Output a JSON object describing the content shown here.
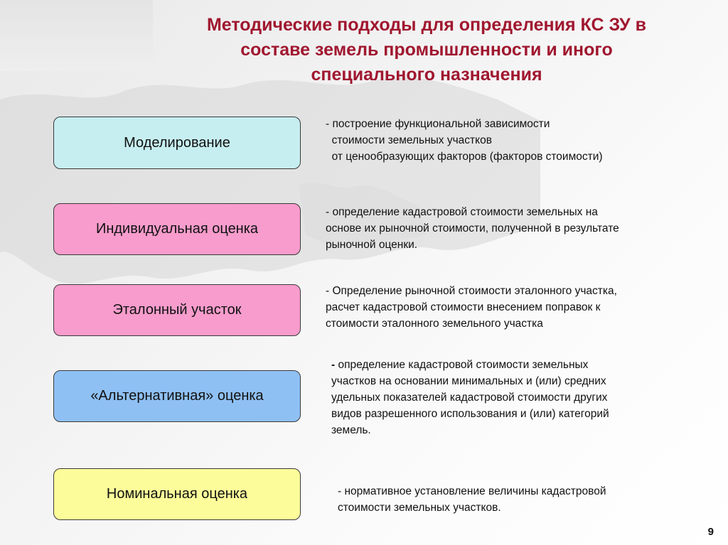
{
  "title": {
    "line1": "Методические подходы для определения КС ЗУ в",
    "line2": "составе земель промышленности и иного",
    "line3": "специального назначения"
  },
  "methods": [
    {
      "label": "Моделирование",
      "color": "#c6eef0",
      "description": [
        "- построение функциональной зависимости",
        "  стоимости земельных участков",
        "  от ценообразующих факторов (факторов стоимости)"
      ]
    },
    {
      "label": "Индивидуальная оценка",
      "color": "#f79ccc",
      "description": [
        "- определение кадастровой стоимости земельных на",
        "основе их рыночной стоимости, полученной в результате",
        "рыночной оценки."
      ]
    },
    {
      "label": "Эталонный участок",
      "color": "#f79ccc",
      "description": [
        "- Определение рыночной стоимости эталонного участка,",
        "расчет кадастровой стоимости внесением поправок к",
        "стоимости эталонного земельного участка"
      ]
    },
    {
      "label": "«Альтернативная» оценка",
      "color": "#8fc0f4",
      "description_dash": "-",
      "description_first": " определение кадастровой стоимости земельных",
      "description": [
        "участков на основании минимальных и (или) средних",
        "удельных показателей кадастровой стоимости других",
        "видов разрешенного использования и (или) категорий",
        "земель."
      ]
    },
    {
      "label": "Номинальная оценка",
      "color": "#fcfc9a",
      "description": [
        "- нормативное установление величины кадастровой",
        "стоимости земельных участков."
      ]
    }
  ],
  "page_number": "9"
}
